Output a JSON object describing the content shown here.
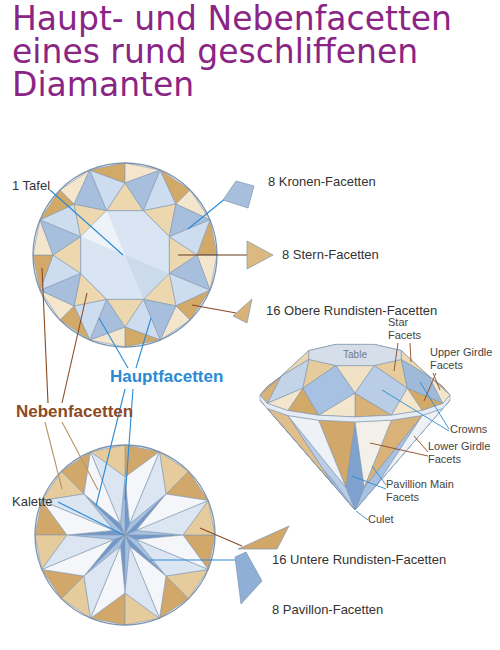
{
  "diagram": {
    "title": "Haupt- und Nebenfacetten eines rund geschliffenen Diamanten",
    "labels": [
      "1 Tafel",
      "8 Kronen-Facetten",
      "8 Stern-Facetten",
      "16 Obere Rundisten-Facetten",
      "Hauptfacetten",
      "Nebenfacetten",
      "Table",
      "Star Facets",
      "Upper Girdle Facets",
      "Crowns",
      "Lower Girdle Facets",
      "Pavillion Main Facets",
      "Culet",
      "Kalette",
      "16 Untere Rundisten-Facetten",
      "8 Pavillon-Facetten"
    ]
  }
}
